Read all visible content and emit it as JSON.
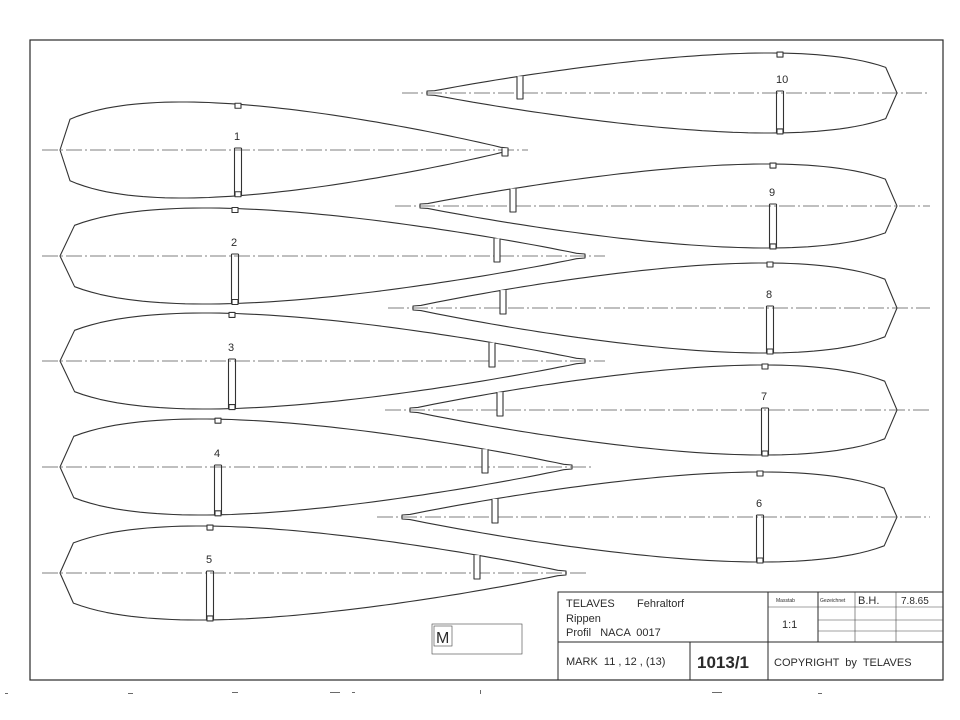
{
  "drawing": {
    "ribs": [
      {
        "number": "1"
      },
      {
        "number": "2"
      },
      {
        "number": "3"
      },
      {
        "number": "4"
      },
      {
        "number": "5"
      },
      {
        "number": "6"
      },
      {
        "number": "7"
      },
      {
        "number": "8"
      },
      {
        "number": "9"
      },
      {
        "number": "10"
      }
    ]
  },
  "title_block": {
    "company": "TELAVES",
    "place": "Fehraltorf",
    "part": "Rippen",
    "profile": "Profil   NACA  0017",
    "mark": "MARK  11 , 12 , (13)",
    "drawing_number": "1013/1",
    "scale_label": "Masstab",
    "scale_value": "1:1",
    "drawn_label": "Gezeichnet",
    "drawn_by": "B.H.",
    "date": "7.8.65",
    "copyright": "COPYRIGHT  by  TELAVES"
  },
  "stamp": {
    "letter": "M"
  }
}
